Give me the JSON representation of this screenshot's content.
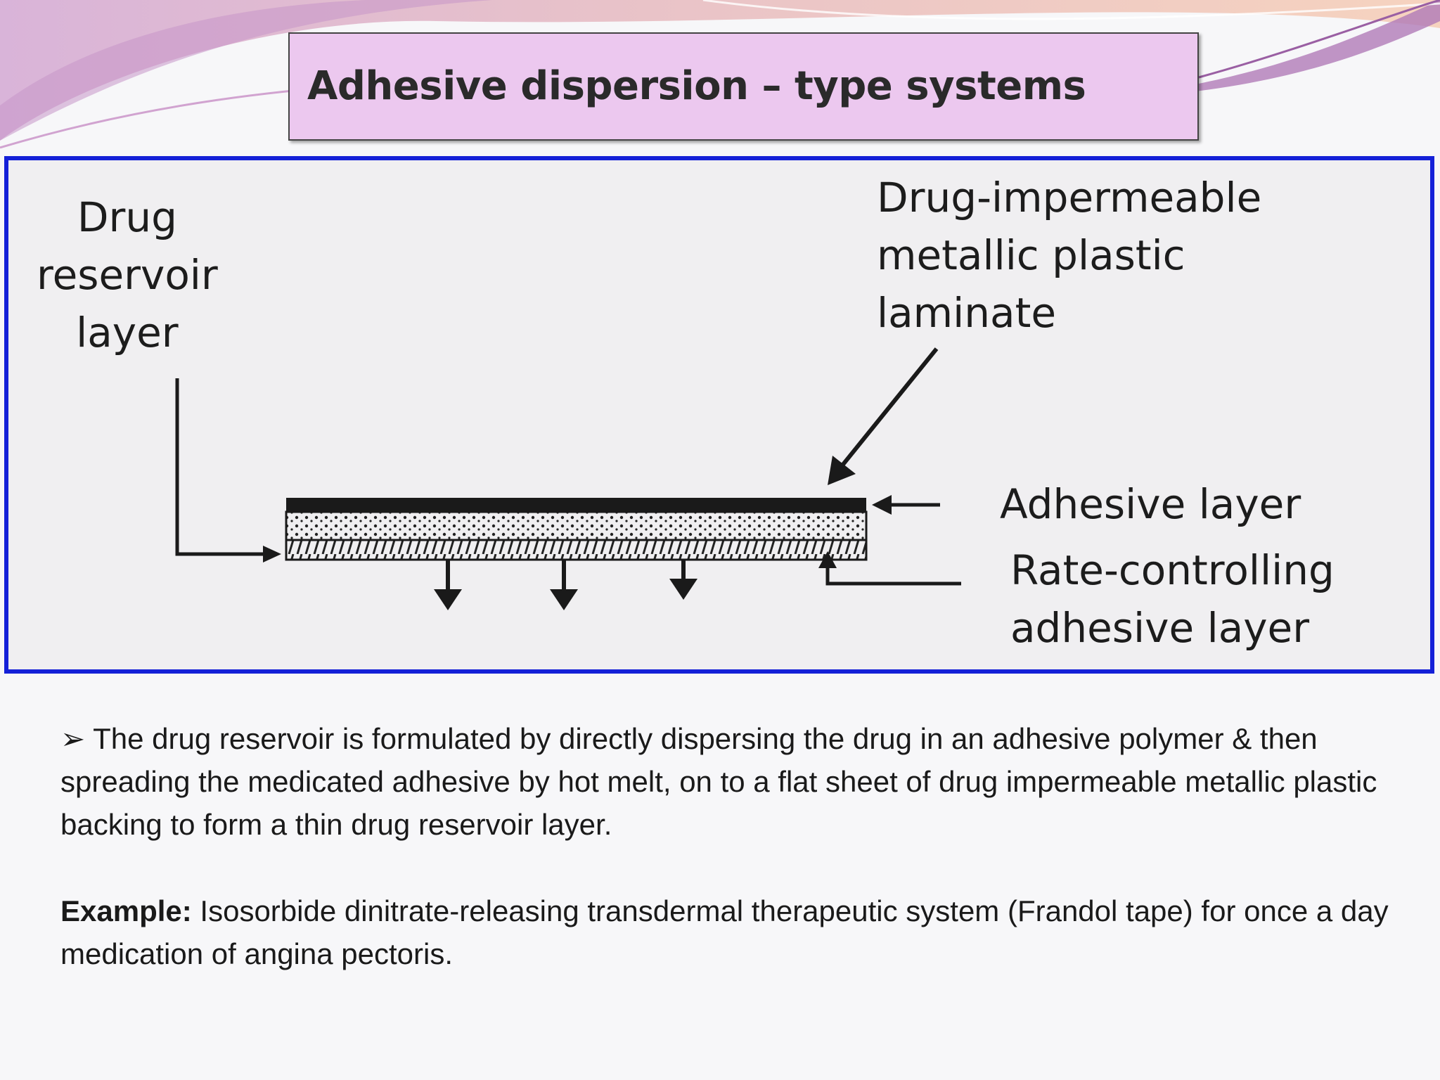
{
  "slide": {
    "title": "Adhesive dispersion – type systems"
  },
  "figure": {
    "label_drug_reservoir": [
      "Drug",
      "reservoir",
      "layer"
    ],
    "label_backing": [
      "Drug-impermeable",
      "metallic plastic",
      "laminate"
    ],
    "label_adhesive": "Adhesive layer",
    "label_rate_controlling": [
      "Rate-controlling",
      "adhesive layer"
    ]
  },
  "content": {
    "bullet_symbol": "➢",
    "paragraph": "The drug reservoir  is formulated by directly dispersing the drug in an adhesive polymer & then spreading the medicated adhesive by hot melt, on to a flat sheet of drug impermeable metallic plastic backing to form a thin drug reservoir  layer.",
    "example_label": "Example:",
    "example_text": "Isosorbide dinitrate-releasing transdermal therapeutic system (Frandol tape) for once a day medication of angina pectoris."
  },
  "colors": {
    "title_bg": "#ecc8ef",
    "figure_border": "#1420d8",
    "deco_purple": "#b07ab8",
    "deco_peach": "#f2c7b3"
  }
}
